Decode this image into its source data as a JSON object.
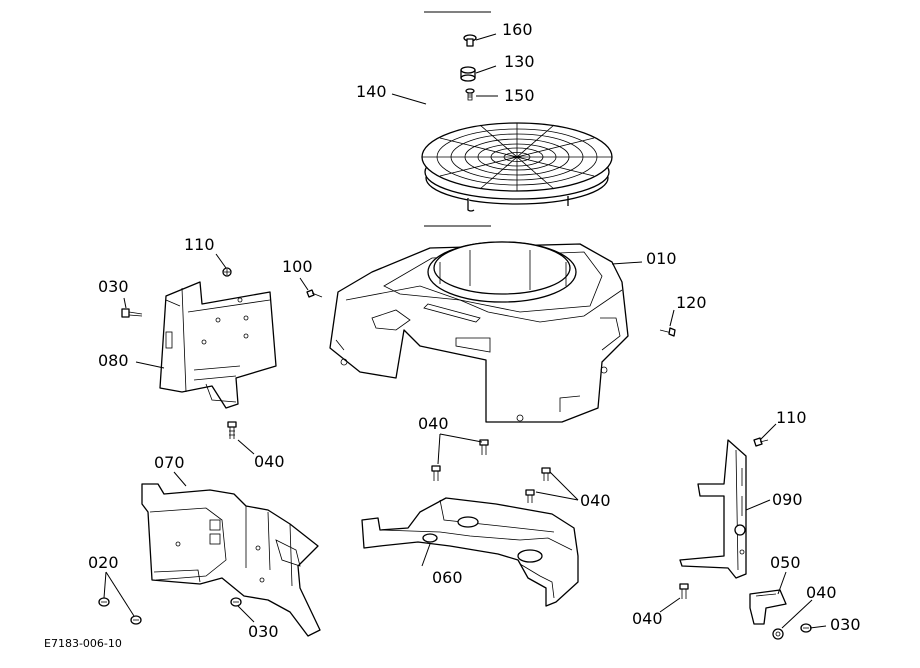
{
  "drawing_code": "E7183-006-10",
  "callouts": {
    "c160": "160",
    "c130": "130",
    "c150": "150",
    "c140": "140",
    "c010": "010",
    "c110a": "110",
    "c100": "100",
    "c030a": "030",
    "c120": "120",
    "c080": "080",
    "c040a": "040",
    "c040b": "040",
    "c040c": "040",
    "c110b": "110",
    "c090": "090",
    "c070": "070",
    "c060": "060",
    "c050": "050",
    "c020": "020",
    "c030b": "030",
    "c040d": "040",
    "c040e": "040",
    "c030c": "030"
  }
}
